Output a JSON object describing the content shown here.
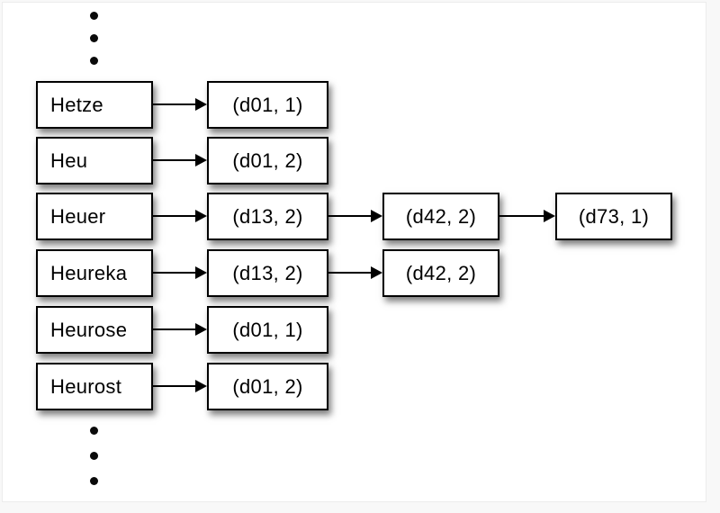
{
  "diagram": {
    "type": "inverted-index-postings",
    "rows": [
      {
        "term": "Hetze",
        "postings": [
          "(d01, 1)"
        ]
      },
      {
        "term": "Heu",
        "postings": [
          "(d01, 2)"
        ]
      },
      {
        "term": "Heuer",
        "postings": [
          "(d13, 2)",
          "(d42, 2)",
          "(d73, 1)"
        ]
      },
      {
        "term": "Heureka",
        "postings": [
          "(d13, 2)",
          "(d42, 2)"
        ]
      },
      {
        "term": "Heurose",
        "postings": [
          "(d01, 1)"
        ]
      },
      {
        "term": "Heurost",
        "postings": [
          "(d01, 2)"
        ]
      }
    ],
    "ellipsis": {
      "top_dots": 3,
      "bottom_dots": 3
    },
    "colors": {
      "page_background": "#f8f8f8",
      "slide_background": "#ffffff",
      "box_fill": "#ffffff",
      "box_border": "#000000",
      "arrow": "#000000",
      "text": "#000000"
    }
  }
}
